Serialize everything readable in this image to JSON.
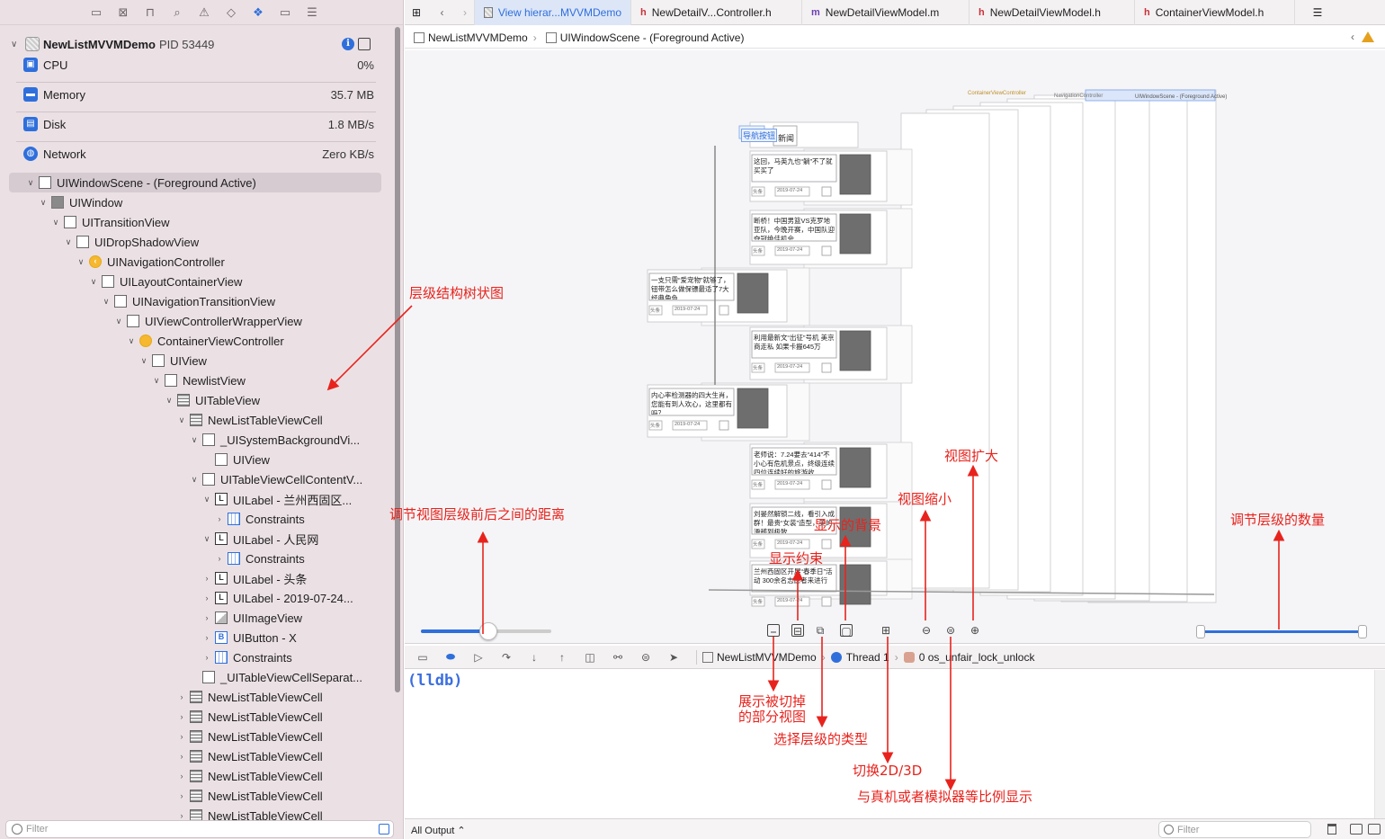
{
  "navigator": {
    "process": {
      "name": "NewListMVVMDemo",
      "pid": "PID 53449"
    },
    "gauges": [
      {
        "label": "CPU",
        "value": "0%",
        "icon": "cpu-icon"
      },
      {
        "label": "Memory",
        "value": "35.7 MB",
        "icon": "memory-icon"
      },
      {
        "label": "Disk",
        "value": "1.8 MB/s",
        "icon": "disk-icon"
      },
      {
        "label": "Network",
        "value": "Zero KB/s",
        "icon": "network-icon"
      }
    ],
    "tree": [
      {
        "label": "UIWindowScene - (Foreground Active)",
        "indent": 0,
        "disc": "v",
        "icon": "scene",
        "selected": true
      },
      {
        "label": "UIWindow",
        "indent": 1,
        "disc": "v",
        "icon": "filled"
      },
      {
        "label": "UITransitionView",
        "indent": 2,
        "disc": "v",
        "icon": "view"
      },
      {
        "label": "UIDropShadowView",
        "indent": 3,
        "disc": "v",
        "icon": "view"
      },
      {
        "label": "UINavigationController",
        "indent": 4,
        "disc": "v",
        "icon": "yellow"
      },
      {
        "label": "UILayoutContainerView",
        "indent": 5,
        "disc": "v",
        "icon": "view"
      },
      {
        "label": "UINavigationTransitionView",
        "indent": 6,
        "disc": "v",
        "icon": "view"
      },
      {
        "label": "UIViewControllerWrapperView",
        "indent": 7,
        "disc": "v",
        "icon": "view"
      },
      {
        "label": "ContainerViewController",
        "indent": 8,
        "disc": "v",
        "icon": "yellowsq"
      },
      {
        "label": "UIView",
        "indent": 9,
        "disc": "v",
        "icon": "view"
      },
      {
        "label": "NewlistView",
        "indent": 10,
        "disc": "v",
        "icon": "view"
      },
      {
        "label": "UITableView",
        "indent": 11,
        "disc": "v",
        "icon": "table"
      },
      {
        "label": "NewListTableViewCell",
        "indent": 12,
        "disc": "v",
        "icon": "table"
      },
      {
        "label": "_UISystemBackgroundVi...",
        "indent": 13,
        "disc": "v",
        "icon": "view"
      },
      {
        "label": "UIView",
        "indent": 14,
        "disc": "",
        "icon": "view"
      },
      {
        "label": "UITableViewCellContentV...",
        "indent": 13,
        "disc": "v",
        "icon": "view"
      },
      {
        "label": "UILabel - 兰州西固区...",
        "indent": 14,
        "disc": "v",
        "icon": "label"
      },
      {
        "label": "Constraints",
        "indent": 15,
        "disc": ">",
        "icon": "constr"
      },
      {
        "label": "UILabel - 人民网",
        "indent": 14,
        "disc": "v",
        "icon": "label"
      },
      {
        "label": "Constraints",
        "indent": 15,
        "disc": ">",
        "icon": "constr"
      },
      {
        "label": "UILabel - 头条",
        "indent": 14,
        "disc": ">",
        "icon": "label"
      },
      {
        "label": "UILabel - 2019-07-24...",
        "indent": 14,
        "disc": ">",
        "icon": "label"
      },
      {
        "label": "UIImageView",
        "indent": 14,
        "disc": ">",
        "icon": "img"
      },
      {
        "label": "UIButton - X",
        "indent": 14,
        "disc": ">",
        "icon": "btn"
      },
      {
        "label": "Constraints",
        "indent": 14,
        "disc": ">",
        "icon": "constr"
      },
      {
        "label": "_UITableViewCellSeparat...",
        "indent": 13,
        "disc": "",
        "icon": "view"
      },
      {
        "label": "NewListTableViewCell",
        "indent": 12,
        "disc": ">",
        "icon": "table"
      },
      {
        "label": "NewListTableViewCell",
        "indent": 12,
        "disc": ">",
        "icon": "table"
      },
      {
        "label": "NewListTableViewCell",
        "indent": 12,
        "disc": ">",
        "icon": "table"
      },
      {
        "label": "NewListTableViewCell",
        "indent": 12,
        "disc": ">",
        "icon": "table"
      },
      {
        "label": "NewListTableViewCell",
        "indent": 12,
        "disc": ">",
        "icon": "table"
      },
      {
        "label": "NewListTableViewCell",
        "indent": 12,
        "disc": ">",
        "icon": "table"
      },
      {
        "label": "NewListTableViewCell",
        "indent": 12,
        "disc": ">",
        "icon": "table"
      }
    ],
    "filter_placeholder": "Filter"
  },
  "tabs": [
    {
      "label": "View hierar...MVVMDemo",
      "badge": "v",
      "active": true
    },
    {
      "label": "NewDetailV...Controller.h",
      "badge": "h"
    },
    {
      "label": "NewDetailViewModel.m",
      "badge": "m"
    },
    {
      "label": "NewDetailViewModel.h",
      "badge": "h"
    },
    {
      "label": "ContainerViewModel.h",
      "badge": "h"
    }
  ],
  "breadcrumb": [
    "NewListMVVMDemo",
    "UIWindowScene - (Foreground Active)"
  ],
  "canvas": {
    "header_labels": {
      "container": "ContainerViewController",
      "nav": "NavigationController",
      "scene": "UIWindowScene - (Foreground Active)"
    },
    "top_tab_text": "新闻",
    "top_left_tag": "导航按钮",
    "cells": [
      "这回，马英九也“躺”不了就买买了",
      "断桥！中国男篮VS克罗地亚队，今晚开赛，中国队迎夺冠绝佳机会",
      "一支只需“爱宠物”就够了，钮带怎么做保镖最适了7大经典角色",
      "利用最新文“出征”号机 美京商走私 如果卡搬645万",
      "内心率检测器的四大生肖，您能有到人欢心，这里都有吗？",
      "老师说：7.24要去“414”不小心有危机景点，终级连续四位连续好的旅游收",
      "刘晏然解锁二线，看引入成群！最贵“女装”造型，美的滑稽到极致",
      "兰州西固区开展“春季日”活动 300余名志愿者来进行"
    ],
    "cell_meta": [
      "头条",
      "2019-07-24"
    ]
  },
  "debug": {
    "target": "NewListMVVMDemo",
    "thread": "Thread 1",
    "frame": "0 os_unfair_lock_unlock"
  },
  "console": {
    "prompt": "(lldb)",
    "output_selector": "All Output ⌃",
    "filter_placeholder": "Filter"
  },
  "controls": {
    "spacing": 0.52,
    "range_low": 0.0,
    "range_high": 1.0
  },
  "annotations": {
    "tree": "层级结构树状图",
    "spacing": "调节视图层级前后之间的距离",
    "constraints": "显示约束",
    "background": "显示的背景",
    "zoom_out": "视图缩小",
    "zoom_in": "视图扩大",
    "layer_count": "调节层级的数量",
    "clipped_line1": "展示被切掉",
    "clipped_line2": "的部分视图",
    "layer_type": "选择层级的类型",
    "toggle_2d3d": "切换2D/3D",
    "actual_size": "与真机或者模拟器等比例显示"
  },
  "colors": {
    "accent": "#2f6fdc",
    "annotation": "#e8231d",
    "sidebar_bg": "#ebe1e4"
  }
}
